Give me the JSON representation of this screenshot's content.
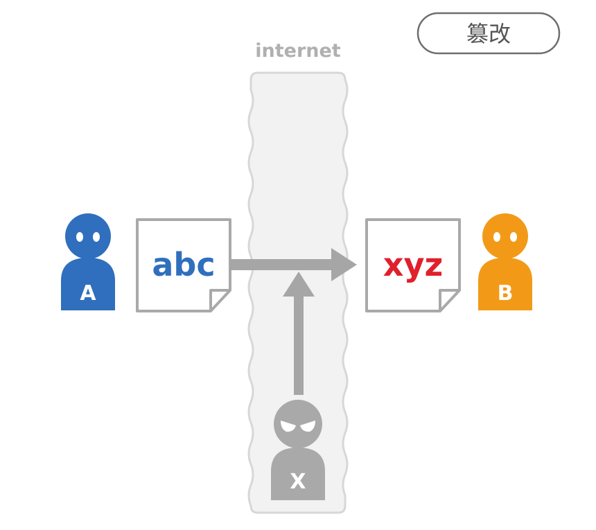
{
  "badge": {
    "label": "篡改"
  },
  "network": {
    "label": "internet"
  },
  "person_a": {
    "letter": "A",
    "color": "#2f6fbd"
  },
  "person_b": {
    "letter": "B",
    "color": "#f29a17"
  },
  "attacker": {
    "letter": "X",
    "color": "#a9a9a9"
  },
  "doc_sent": {
    "text": "abc",
    "color": "#2f6fbd"
  },
  "doc_received": {
    "text": "xyz",
    "color": "#e0202c"
  },
  "colors": {
    "arrow": "#a6a6a6",
    "panel_fill": "#f2f2f2",
    "panel_stroke": "#d7d7d7",
    "doc_stroke": "#a9a9a9",
    "badge_stroke": "#6e6e6e",
    "badge_text": "#555555",
    "label_gray": "#b0b0b0"
  }
}
